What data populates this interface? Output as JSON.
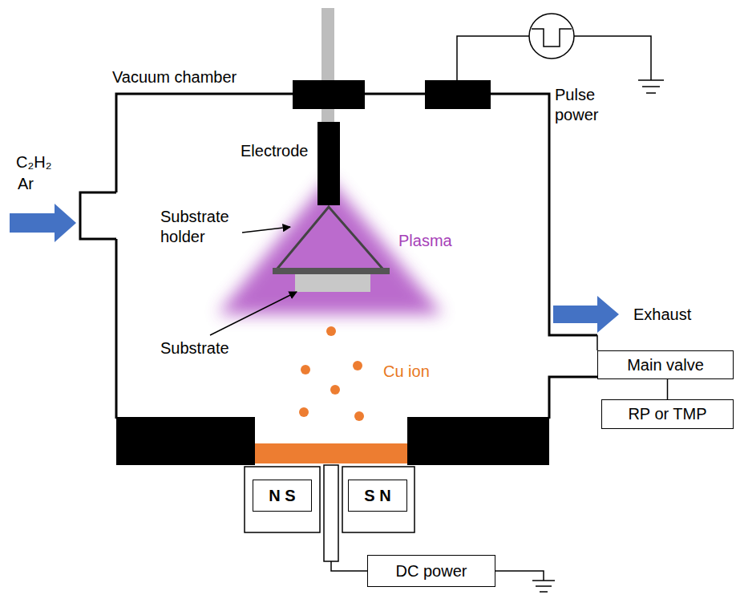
{
  "diagram": {
    "nodes": [
      {
        "text": [
          "N S"
        ]
      },
      {
        "text": [
          "S N"
        ]
      },
      {
        "text": [
          "Main valve"
        ]
      },
      {
        "text": [
          "RP or TMP"
        ]
      },
      {
        "text": [
          "DC power"
        ]
      }
    ],
    "edges": [
      {
        "from": 2,
        "to": 3,
        "arrow": "none"
      }
    ],
    "labels": [
      "Vacuum chamber",
      "Pulse power",
      "C₂H₂",
      "Ar",
      "Electrode",
      "Substrate holder",
      "Plasma",
      "Substrate",
      "Cu ion",
      "Exhaust"
    ]
  }
}
